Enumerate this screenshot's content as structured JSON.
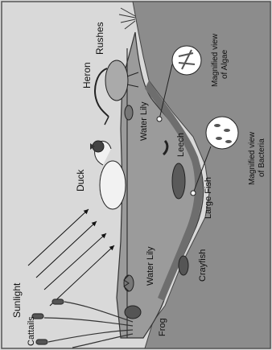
{
  "labels": {
    "sunlight": "Sunlight",
    "cattails": "Cattails",
    "frog": "Frog",
    "water_lily_left": "Water Lily",
    "crayfish": "Crayfish",
    "duck": "Duck",
    "large_fish": "Large Fish",
    "leech": "Leech",
    "water_lily_right": "Water Lily",
    "heron": "Heron",
    "rushes": "Rushes",
    "magnified_algae_line1": "Magnified view",
    "magnified_algae_line2": "of Algae",
    "magnified_bacteria_line1": "Magnified view",
    "magnified_bacteria_line2": "of Bacteria"
  },
  "colors": {
    "background": "#d9d9d9",
    "land": "#8c8c8c",
    "water": "#9b9b9b",
    "sediment": "#6e6e6e",
    "ink": "#111111"
  }
}
